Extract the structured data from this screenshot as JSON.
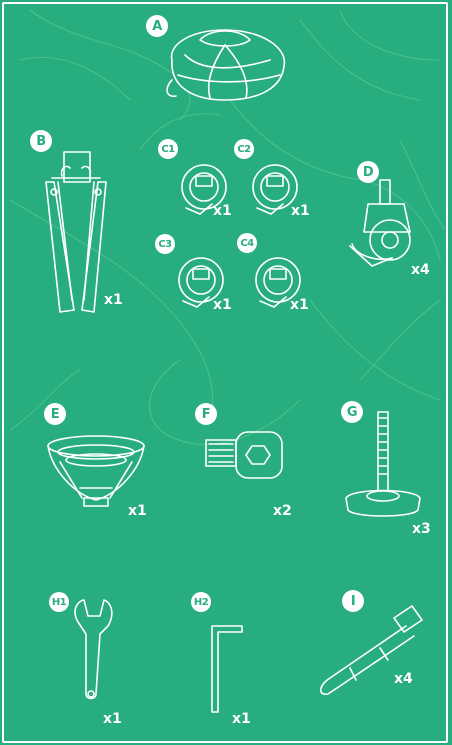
{
  "colors": {
    "background": "#27ad7e",
    "line": "#ffffff",
    "watermark": "#4fc195"
  },
  "parts": {
    "a": {
      "label": "A",
      "icon": "cover-bag-icon"
    },
    "b": {
      "label": "B",
      "qty": "x1",
      "icon": "leg-bracket-icon"
    },
    "c1": {
      "label": "C1",
      "qty": "x1",
      "icon": "clamp-icon"
    },
    "c2": {
      "label": "C2",
      "qty": "x1",
      "icon": "clamp-icon"
    },
    "c3": {
      "label": "C3",
      "qty": "x1",
      "icon": "clamp-icon"
    },
    "c4": {
      "label": "C4",
      "qty": "x1",
      "icon": "clamp-icon"
    },
    "d": {
      "label": "D",
      "qty": "x4",
      "icon": "caster-wheel-icon"
    },
    "e": {
      "label": "E",
      "qty": "x1",
      "icon": "base-cone-icon"
    },
    "f": {
      "label": "F",
      "qty": "x2",
      "icon": "bolt-icon"
    },
    "g": {
      "label": "G",
      "qty": "x3",
      "icon": "levelling-foot-icon"
    },
    "h1": {
      "label": "H1",
      "qty": "x1",
      "icon": "wrench-icon"
    },
    "h2": {
      "label": "H2",
      "qty": "x1",
      "icon": "hex-key-icon"
    },
    "i": {
      "label": "I",
      "qty": "x4",
      "icon": "strap-icon"
    }
  }
}
